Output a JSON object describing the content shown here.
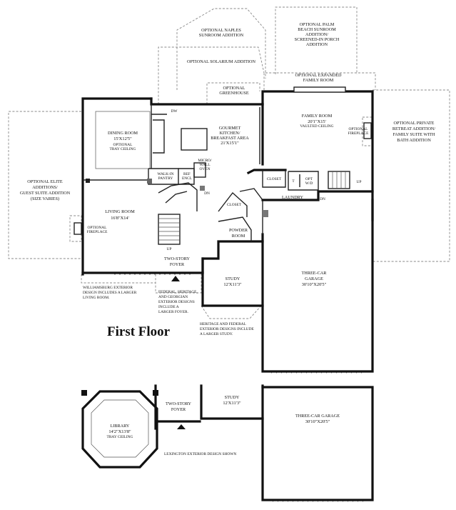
{
  "title": "First Floor",
  "rooms": {
    "naples": [
      "OPTIONAL NAPLES",
      "SUNROOM ADDITION"
    ],
    "palm": [
      "OPTIONAL PALM",
      "BEACH SUNROOM",
      "ADDITION/",
      "SCREENED-IN PORCH",
      "ADDITION"
    ],
    "solarium": "OPTIONAL SOLARIUM ADDITION",
    "expanded_family": [
      "OPTIONAL EXPANDED",
      "FAMILY ROOM"
    ],
    "greenhouse": [
      "OPTIONAL",
      "GREENHOUSE"
    ],
    "dw": "DW",
    "kitchen": [
      "GOURMET",
      "KITCHEN/",
      "BREAKFAST AREA"
    ],
    "kitchen_dim": "21'X15'1\"",
    "family_room": "FAMILY ROOM",
    "family_dim": "20'1\"X15'",
    "vaulted": "VAULTED CEILING",
    "opt_fireplace_right": [
      "OPTIONAL",
      "FIREPLACE"
    ],
    "private_retreat": [
      "OPTIONAL PRIVATE",
      "RETREAT ADDITION/",
      "FAMILY SUITE WITH",
      "BATH ADDITION"
    ],
    "dining_room": "DINING ROOM",
    "dining_dim": "15'X12'5\"",
    "tray_ceiling": [
      "OPTIONAL",
      "TRAY CEILING"
    ],
    "elite": [
      "OPTIONAL ELITE",
      "ADDITIONS/",
      "GUEST SUITE ADDITION",
      "(SIZE VARIES)"
    ],
    "walkin_pantry": [
      "WALK-IN",
      "PANTRY"
    ],
    "ref_encl": [
      "REF",
      "ENCL"
    ],
    "micro_wall_oven": [
      "MICRO/",
      "WALL",
      "OVEN"
    ],
    "closet_top": "CLOSET",
    "t": "T",
    "opt_wd": [
      "OPT",
      "W/D"
    ],
    "laundry": "LAUNDRY",
    "dn": "DN",
    "up": "UP",
    "closet_mid": "CLOSET",
    "living_room": "LIVING ROOM",
    "living_dim": "16'8\"X14'",
    "opt_fireplace_left": [
      "OPTIONAL",
      "FIREPLACE"
    ],
    "powder_room": [
      "POWDER",
      "ROOM"
    ],
    "two_story_foyer": [
      "TWO-STORY",
      "FOYER"
    ],
    "study": "STUDY",
    "study_dim": "12'X11'3\"",
    "garage": [
      "THREE-CAR",
      "GARAGE"
    ],
    "garage_dim": "30'10\"X20'5\"",
    "note_williamsburg": [
      "WILLIAMSBURG EXTERIOR",
      "DESIGN INCLUDES A LARGER",
      "LIVING ROOM."
    ],
    "note_federal": [
      "FEDERAL, HERITAGE,",
      "AND GEORGIAN",
      "EXTERIOR DESIGNS",
      "INCLUDE A",
      "LARGER FOYER."
    ],
    "note_heritage": [
      "HERITAGE AND FEDERAL",
      "EXTERIOR DESIGNS INCLUDE",
      "A LARGER STUDY."
    ],
    "library": "LIBRARY",
    "library_dim": "14'2\"X13'8\"",
    "library_tray": "TRAY CEILING",
    "foyer2": [
      "TWO-STORY",
      "FOYER"
    ],
    "study2": "STUDY",
    "study2_dim": "12'X11'3\"",
    "garage2": "THREE-CAR GARAGE",
    "garage2_dim": "30'10\"X20'5\"",
    "lexington": "LEXINGTON EXTERIOR DESIGN SHOWN"
  }
}
